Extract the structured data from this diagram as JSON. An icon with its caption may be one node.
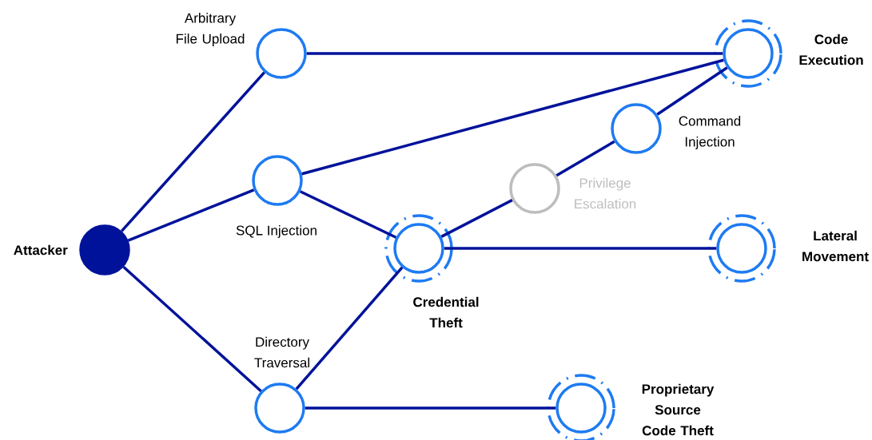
{
  "diagram": {
    "nodes": [
      {
        "text": [
          "Attacker"
        ]
      },
      {
        "text": [
          "Arbitrary File Upload"
        ]
      },
      {
        "text": [
          "SQL Injection"
        ]
      },
      {
        "text": [
          "Directory Traversal"
        ]
      },
      {
        "text": [
          "Credential Theft"
        ]
      },
      {
        "text": [
          "Privilege Escalation"
        ]
      },
      {
        "text": [
          "Command Injection"
        ]
      },
      {
        "text": [
          "Code Execution"
        ]
      },
      {
        "text": [
          "Lateral Movement"
        ]
      },
      {
        "text": [
          "Proprietary Source Code Theft"
        ]
      }
    ],
    "edges": [
      {
        "from": 0,
        "to": 1,
        "arrow": "none"
      },
      {
        "from": 0,
        "to": 2,
        "arrow": "none"
      },
      {
        "from": 0,
        "to": 3,
        "arrow": "none"
      },
      {
        "from": 1,
        "to": 7,
        "arrow": "none"
      },
      {
        "from": 2,
        "to": 7,
        "arrow": "none"
      },
      {
        "from": 2,
        "to": 4,
        "arrow": "none"
      },
      {
        "from": 3,
        "to": 4,
        "arrow": "none"
      },
      {
        "from": 3,
        "to": 9,
        "arrow": "none"
      },
      {
        "from": 4,
        "to": 5,
        "arrow": "none"
      },
      {
        "from": 5,
        "to": 6,
        "arrow": "none"
      },
      {
        "from": 6,
        "to": 7,
        "arrow": "none"
      },
      {
        "from": 4,
        "to": 8,
        "arrow": "none"
      }
    ]
  }
}
